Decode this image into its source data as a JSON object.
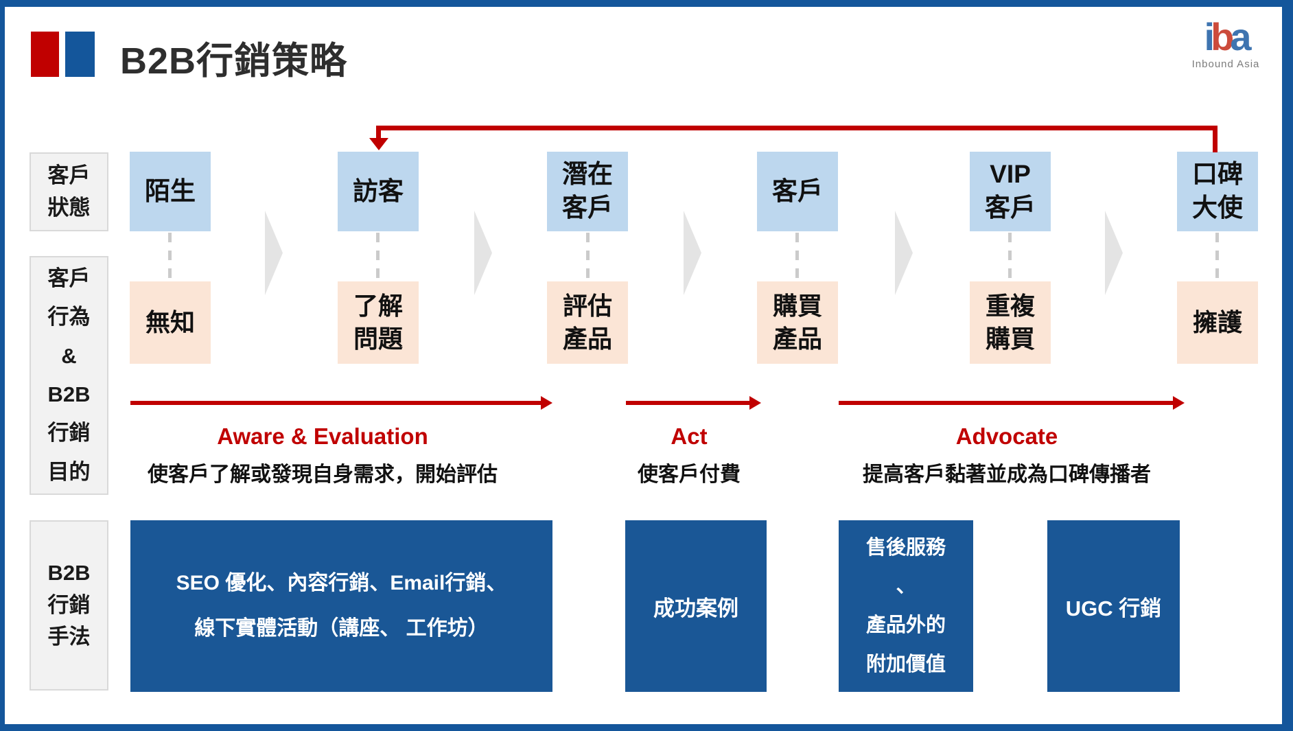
{
  "header": {
    "title": "B2B行銷策略"
  },
  "logo": {
    "part1": "i",
    "part2": "b",
    "part3": "a",
    "subtext": "Inbound Asia"
  },
  "row_labels": {
    "state": "客戶\n狀態",
    "behavior": "客戶\n行為\n&\nB2B\n行銷\n目的",
    "tactics": "B2B\n行銷\n手法"
  },
  "stages": [
    {
      "state": "陌生",
      "behavior": "無知"
    },
    {
      "state": "訪客",
      "behavior": "了解\n問題"
    },
    {
      "state": "潛在\n客戶",
      "behavior": "評估\n產品"
    },
    {
      "state": "客戶",
      "behavior": "購買\n產品"
    },
    {
      "state": "VIP\n客戶",
      "behavior": "重複\n購買"
    },
    {
      "state": "口碑\n大使",
      "behavior": "擁護"
    }
  ],
  "phases": [
    {
      "name": "Aware & Evaluation",
      "desc": "使客戶了解或發現自身需求，開始評估"
    },
    {
      "name": "Act",
      "desc": "使客戶付費"
    },
    {
      "name": "Advocate",
      "desc": "提高客戶黏著並成為口碑傳播者"
    }
  ],
  "tactics": [
    {
      "label": "SEO 優化、內容行銷、Email行銷、\n線下實體活動（講座、 工作坊）"
    },
    {
      "label": "成功案例"
    },
    {
      "label": "售後服務\n、\n產品外的\n附加價值"
    },
    {
      "label": "UGC 行銷"
    }
  ],
  "colors": {
    "accent_red": "#C00000",
    "frame_blue": "#14569B",
    "state_fill": "#BDD7EE",
    "behavior_fill": "#FBE5D6",
    "tactic_fill": "#1A5796",
    "label_fill": "#F2F2F2",
    "label_border": "#D9D9D9"
  }
}
